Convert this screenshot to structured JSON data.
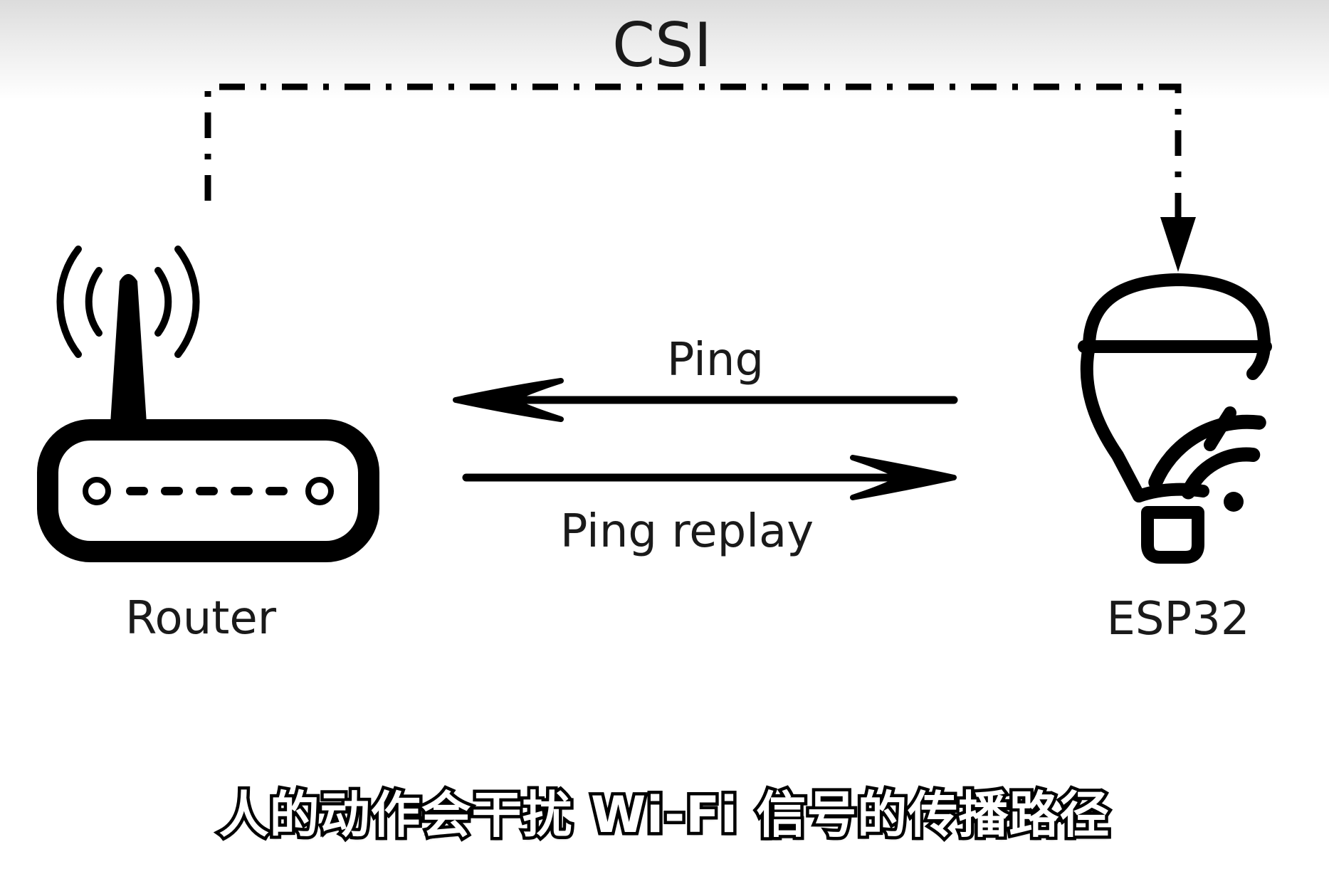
{
  "diagram": {
    "top_label": "CSI",
    "router_label": "Router",
    "esp_label": "ESP32",
    "ping_label": "Ping",
    "ping_reply_label": "Ping replay"
  },
  "subtitle": "人的动作会干扰 Wi-Fi 信号的传播路径",
  "colors": {
    "ink": "#000000",
    "text": "#1a1a1a",
    "background": "#ffffff",
    "top_gradient": "#dcdcdc"
  },
  "icons": {
    "router": "router-icon",
    "esp32": "smart-bulb-wifi-icon",
    "wifi_waves": "wifi-signal-icon"
  }
}
